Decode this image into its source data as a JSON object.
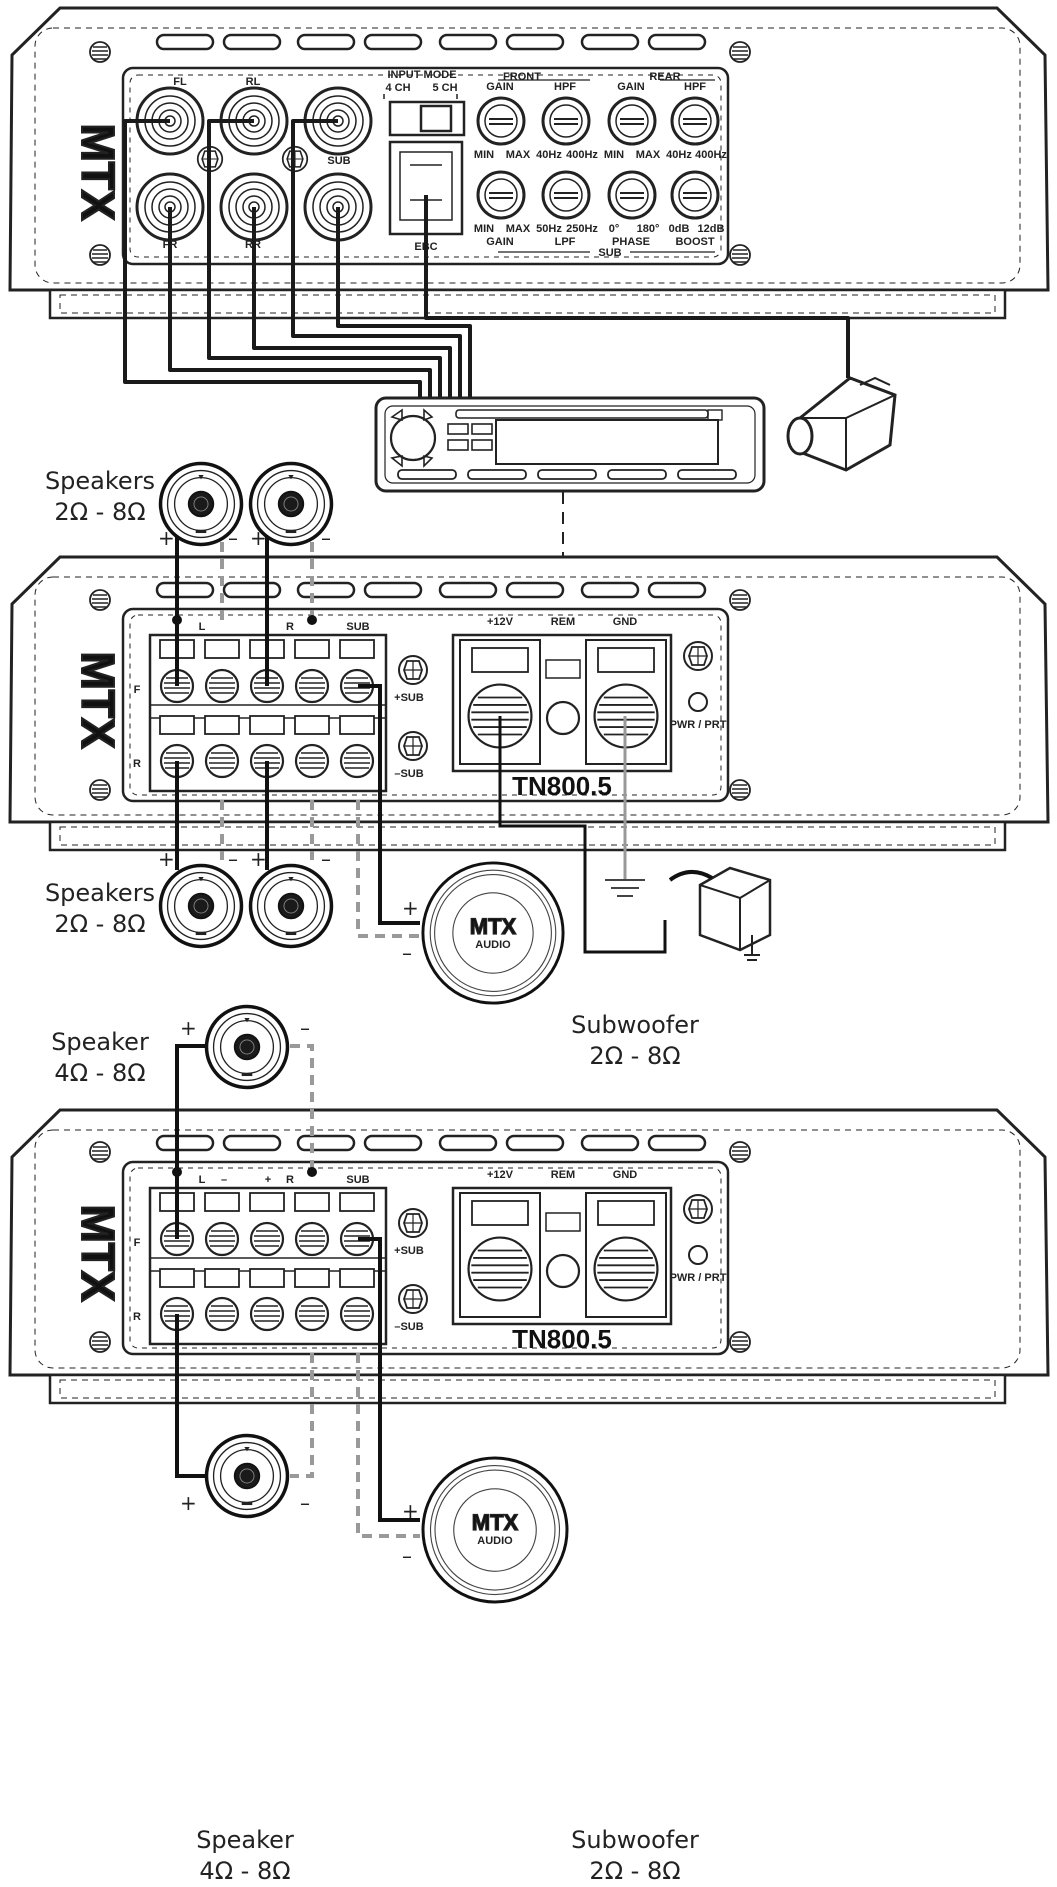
{
  "brand": "MTX",
  "model": "TN800.5",
  "panel1": {
    "rca": {
      "fl": "FL",
      "rl": "RL",
      "sub": "SUB",
      "fr": "FR",
      "rr": "RR"
    },
    "input_mode": {
      "title": "INPUT MODE",
      "opt4": "4 CH",
      "opt5": "5 CH"
    },
    "ebc": "EBC",
    "front": {
      "section": "FRONT",
      "gain": "GAIN",
      "hpf": "HPF",
      "min": "MIN",
      "max": "MAX",
      "f40": "40Hz",
      "f400": "400Hz"
    },
    "rear": {
      "section": "REAR",
      "gain": "GAIN",
      "hpf": "HPF",
      "min": "MIN",
      "max": "MAX",
      "f40": "40Hz",
      "f400": "400Hz"
    },
    "sub": {
      "section": "SUB",
      "gain": "GAIN",
      "lpf": "LPF",
      "phase": "PHASE",
      "boost": "BOOST",
      "min": "MIN",
      "max": "MAX",
      "f50": "50Hz",
      "f250": "250Hz",
      "p0": "0°",
      "p180": "180°",
      "b0": "0dB",
      "b12": "12dB"
    }
  },
  "panel2": {
    "l": "L",
    "r": "R",
    "sub": "SUB",
    "f": "F",
    "rr": "R",
    "plus_sub": "+SUB",
    "minus_sub": "–SUB",
    "p12v": "+12V",
    "rem": "REM",
    "gnd": "GND",
    "pwr": "PWR / PRT"
  },
  "panel3": {
    "l": "L",
    "minus": "–",
    "plus": "+",
    "r": "R",
    "sub": "SUB",
    "f": "F",
    "rr": "R",
    "plus_sub": "+SUB",
    "minus_sub": "–SUB",
    "p12v": "+12V",
    "rem": "REM",
    "gnd": "GND",
    "pwr": "PWR / PRT"
  },
  "sub_logo": "MTX",
  "sub_logo2": "AUDIO",
  "polarity": {
    "plus": "+",
    "minus": "–"
  },
  "labels": {
    "speakers_top": {
      "name": "Speakers",
      "ohm": "2Ω - 8Ω"
    },
    "speakers_mid": {
      "name": "Speakers",
      "ohm": "2Ω - 8Ω"
    },
    "subwoofer_mid": {
      "name": "Subwoofer",
      "ohm": "2Ω - 8Ω"
    },
    "speaker_top3": {
      "name": "Speaker",
      "ohm": "4Ω - 8Ω"
    },
    "speaker_bottom3": {
      "name": "Speaker",
      "ohm": "4Ω - 8Ω"
    },
    "subwoofer_bottom": {
      "name": "Subwoofer",
      "ohm": "2Ω - 8Ω"
    }
  }
}
